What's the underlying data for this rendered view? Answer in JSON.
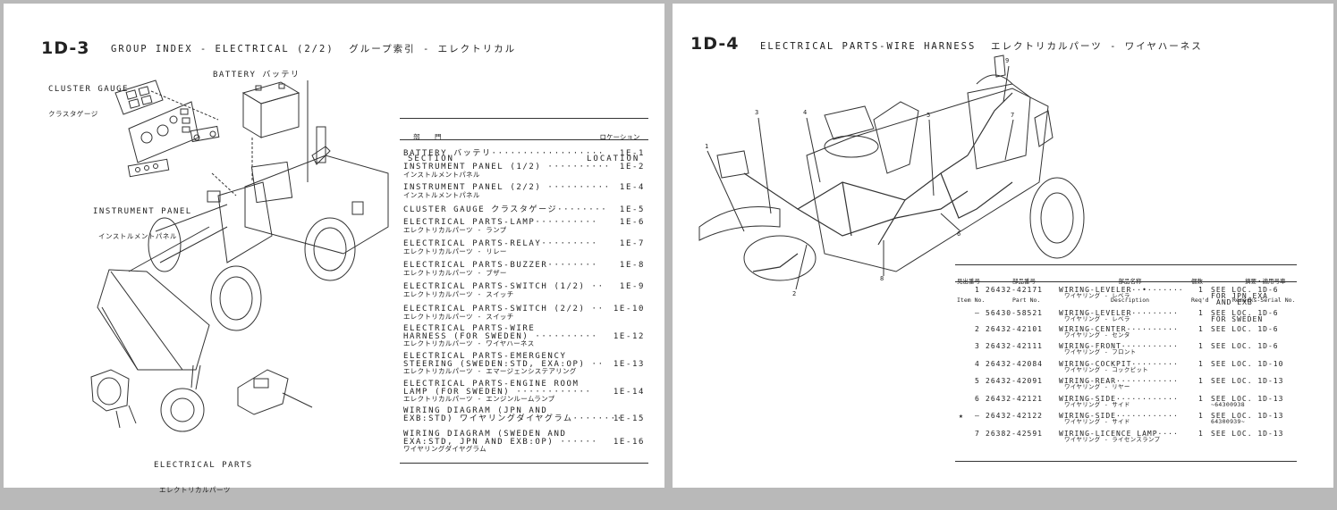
{
  "page_left": {
    "page_number": "1D-3",
    "title": "GROUP INDEX - ELECTRICAL (2/2)  グループ索引 - エレクトリカル",
    "labels": {
      "cluster_gauge": "CLUSTER GAUGE",
      "cluster_gauge_jp": "クラスタゲージ",
      "battery": "BATTERY バッテリ",
      "instrument_panel": "INSTRUMENT PANEL",
      "instrument_panel_jp": "インストルメントパネル",
      "electrical_parts": "ELECTRICAL PARTS",
      "electrical_parts_jp": "エレクトリカルパーツ"
    },
    "index_header": {
      "section_jp": "部 門",
      "section": "SECTION",
      "location_jp": "ロケーション",
      "location": "LOCATION"
    },
    "index": [
      {
        "line1": "BATTERY バッテリ··················",
        "line2": "",
        "line3": "",
        "loc": "1E-1"
      },
      {
        "line1": "INSTRUMENT PANEL (1/2) ··········",
        "line2": "インストルメントパネル",
        "line3": "",
        "loc": "1E-2"
      },
      {
        "line1": "INSTRUMENT PANEL (2/2) ··········",
        "line2": "インストルメントパネル",
        "line3": "",
        "loc": "1E-4"
      },
      {
        "line1": "CLUSTER GAUGE クラスタゲージ········",
        "line2": "",
        "line3": "",
        "loc": "1E-5"
      },
      {
        "line1": "ELECTRICAL PARTS-LAMP··········",
        "line2": "エレクトリカルパーツ - ランプ",
        "line3": "",
        "loc": "1E-6"
      },
      {
        "line1": "ELECTRICAL PARTS-RELAY·········",
        "line2": "エレクトリカルパーツ - リレー",
        "line3": "",
        "loc": "1E-7"
      },
      {
        "line1": "ELECTRICAL PARTS-BUZZER········",
        "line2": "エレクトリカルパーツ - ブザー",
        "line3": "",
        "loc": "1E-8"
      },
      {
        "line1": "ELECTRICAL PARTS-SWITCH (1/2) ··",
        "line2": "エレクトリカルパーツ - スイッチ",
        "line3": "",
        "loc": "1E-9"
      },
      {
        "line1": "ELECTRICAL PARTS-SWITCH (2/2) ··",
        "line2": "エレクトリカルパーツ - スイッチ",
        "line3": "",
        "loc": "1E-10"
      },
      {
        "line1": "ELECTRICAL PARTS-WIRE",
        "line2": "HARNESS (FOR SWEDEN) ··········",
        "line3": "エレクトリカルパーツ - ワイヤハーネス",
        "loc": "1E-12"
      },
      {
        "line1": "ELECTRICAL PARTS-EMERGENCY",
        "line2": "STEERING (SWEDEN:STD, EXA:OP) ··",
        "line3": "エレクトリカルパーツ - エマージェンシステアリング",
        "loc": "1E-13"
      },
      {
        "line1": "ELECTRICAL PARTS-ENGINE ROOM",
        "line2": "LAMP (FOR SWEDEN) ············",
        "line3": "エレクトリカルパーツ - エンジンルームランプ",
        "loc": "1E-14"
      },
      {
        "line1": "WIRING DIAGRAM (JPN AND",
        "line2": "EXB:STD) ワイヤリングダイヤグラム········",
        "line3": "",
        "loc": "1E-15"
      },
      {
        "line1": "WIRING DIAGRAM (SWEDEN AND",
        "line2": "EXA:STD, JPN AND EXB:OP) ······",
        "line3": "ワイヤリングダイヤグラム",
        "loc": "1E-16"
      }
    ]
  },
  "page_right": {
    "page_number": "1D-4",
    "title": "ELECTRICAL PARTS-WIRE HARNESS  エレクトリカルパーツ - ワイヤハーネス",
    "callouts": [
      "1",
      "2",
      "3",
      "4",
      "5",
      "6",
      "7",
      "8",
      "9"
    ],
    "table_header": {
      "item_jp": "見出番号",
      "item": "Item No.",
      "part_jp": "部品番号",
      "part": "Part No.",
      "desc_jp": "部品名称",
      "desc": "Description",
      "qty_jp": "個数",
      "qty": "Req'd",
      "remarks_jp": "摘要・適用号車",
      "remarks": "Remarks-Serial No."
    },
    "parts": [
      {
        "item": "1",
        "part": "26432-42171",
        "desc": "WIRING-LEVELER··•·······",
        "desc_jp": "ワイヤリング - レベラ",
        "qty": "1",
        "remarks1": "SEE LOC. 1D-6",
        "remarks2": "FOR JPN,EXA",
        "remarks3": "AND EXB"
      },
      {
        "item": "—",
        "part": "56430-58521",
        "desc": "WIRING-LEVELER·········",
        "desc_jp": "ワイヤリング - レベラ",
        "qty": "1",
        "remarks1": "SEE LOC. 1D-6",
        "remarks2": "FOR SWEDEN",
        "remarks3": ""
      },
      {
        "item": "2",
        "part": "26432-42101",
        "desc": "WIRING-CENTER··········",
        "desc_jp": "ワイヤリング - センタ",
        "qty": "1",
        "remarks1": "SEE LOC. 1D-6",
        "remarks2": "",
        "remarks3": ""
      },
      {
        "item": "3",
        "part": "26432-42111",
        "desc": "WIRING-FRONT···········",
        "desc_jp": "ワイヤリング - フロント",
        "qty": "1",
        "remarks1": "SEE LOC. 1D-6",
        "remarks2": "",
        "remarks3": ""
      },
      {
        "item": "4",
        "part": "26432-42084",
        "desc": "WIRING-COCKPIT·········",
        "desc_jp": "ワイヤリング - コックピット",
        "qty": "1",
        "remarks1": "SEE LOC. 1D-10",
        "remarks2": "",
        "remarks3": ""
      },
      {
        "item": "5",
        "part": "26432-42091",
        "desc": "WIRING-REAR············",
        "desc_jp": "ワイヤリング - リヤー",
        "qty": "1",
        "remarks1": "SEE LOC. 1D-13",
        "remarks2": "",
        "remarks3": ""
      },
      {
        "item": "6",
        "part": "26432-42121",
        "desc": "WIRING-SIDE············",
        "desc_jp": "ワイヤリング - サイド",
        "qty": "1",
        "remarks1": "SEE LOC. 1D-13",
        "remarks2": "~64300938",
        "remarks3": ""
      },
      {
        "item": "—",
        "part": "26432-42122",
        "desc": "WIRING-SIDE············",
        "desc_jp": "ワイヤリング - サイド",
        "qty": "1",
        "remarks1": "SEE LOC. 1D-13",
        "remarks2": "64300939~",
        "remarks3": "",
        "star": "★"
      },
      {
        "item": "7",
        "part": "26382-42591",
        "desc": "WIRING-LICENCE LAMP····",
        "desc_jp": "ワイヤリング - ライセンスランプ",
        "qty": "1",
        "remarks1": "SEE LOC. 1D-13",
        "remarks2": "",
        "remarks3": ""
      }
    ]
  }
}
